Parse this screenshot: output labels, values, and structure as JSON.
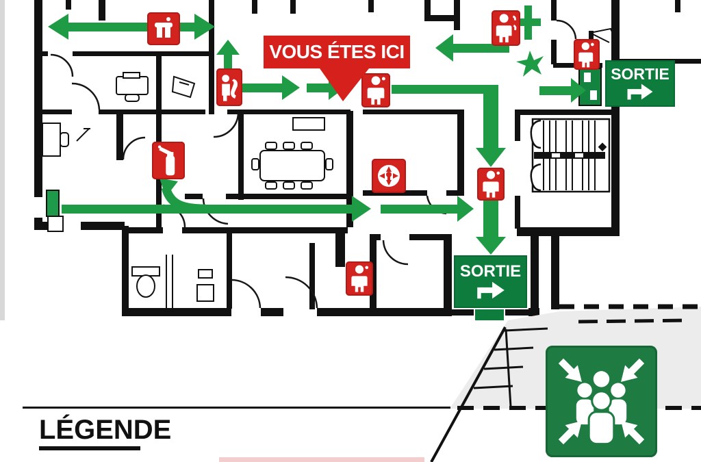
{
  "banner": {
    "you_are_here": "VOUS ÉTES ICI"
  },
  "exits": {
    "top": "SORTIE",
    "bottom": "SORTIE"
  },
  "legend": {
    "title": "LÉGENDE"
  },
  "colors": {
    "route_green": "#1f9b45",
    "exit_sign_green": "#0d7c3c",
    "assembly_green": "#1e7b41",
    "alert_red": "#d2231f",
    "banner_red": "#d5201c",
    "wall_black": "#111111",
    "parking_gray": "#ececec"
  },
  "safety_signs": [
    {
      "icon": "fire-hose-reel-icon"
    },
    {
      "icon": "alarm-call-point-icon"
    },
    {
      "icon": "exit-person-icon"
    },
    {
      "icon": "exit-person-icon"
    },
    {
      "icon": "fire-extinguisher-icon"
    },
    {
      "icon": "fire-alarm-icon"
    },
    {
      "icon": "exit-person-icon"
    },
    {
      "icon": "exit-person-icon"
    },
    {
      "icon": "exit-person-icon"
    },
    {
      "icon": "assembly-point-icon"
    }
  ]
}
